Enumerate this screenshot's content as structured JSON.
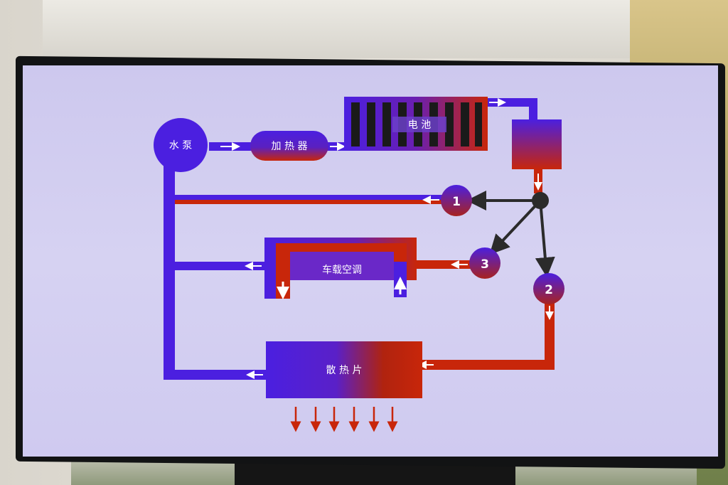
{
  "diagram": {
    "pump_label": "水 泵",
    "heater_label": "加 热 器",
    "battery_label": "电 池",
    "ac_label": "车载空调",
    "radiator_label": "散 热 片",
    "valve_labels": [
      "1",
      "2",
      "3"
    ]
  },
  "colors": {
    "blue": "#4b1fe0",
    "red": "#c8260a",
    "screen_bg": "#d2cef1",
    "junction": "#2b2b2b"
  }
}
